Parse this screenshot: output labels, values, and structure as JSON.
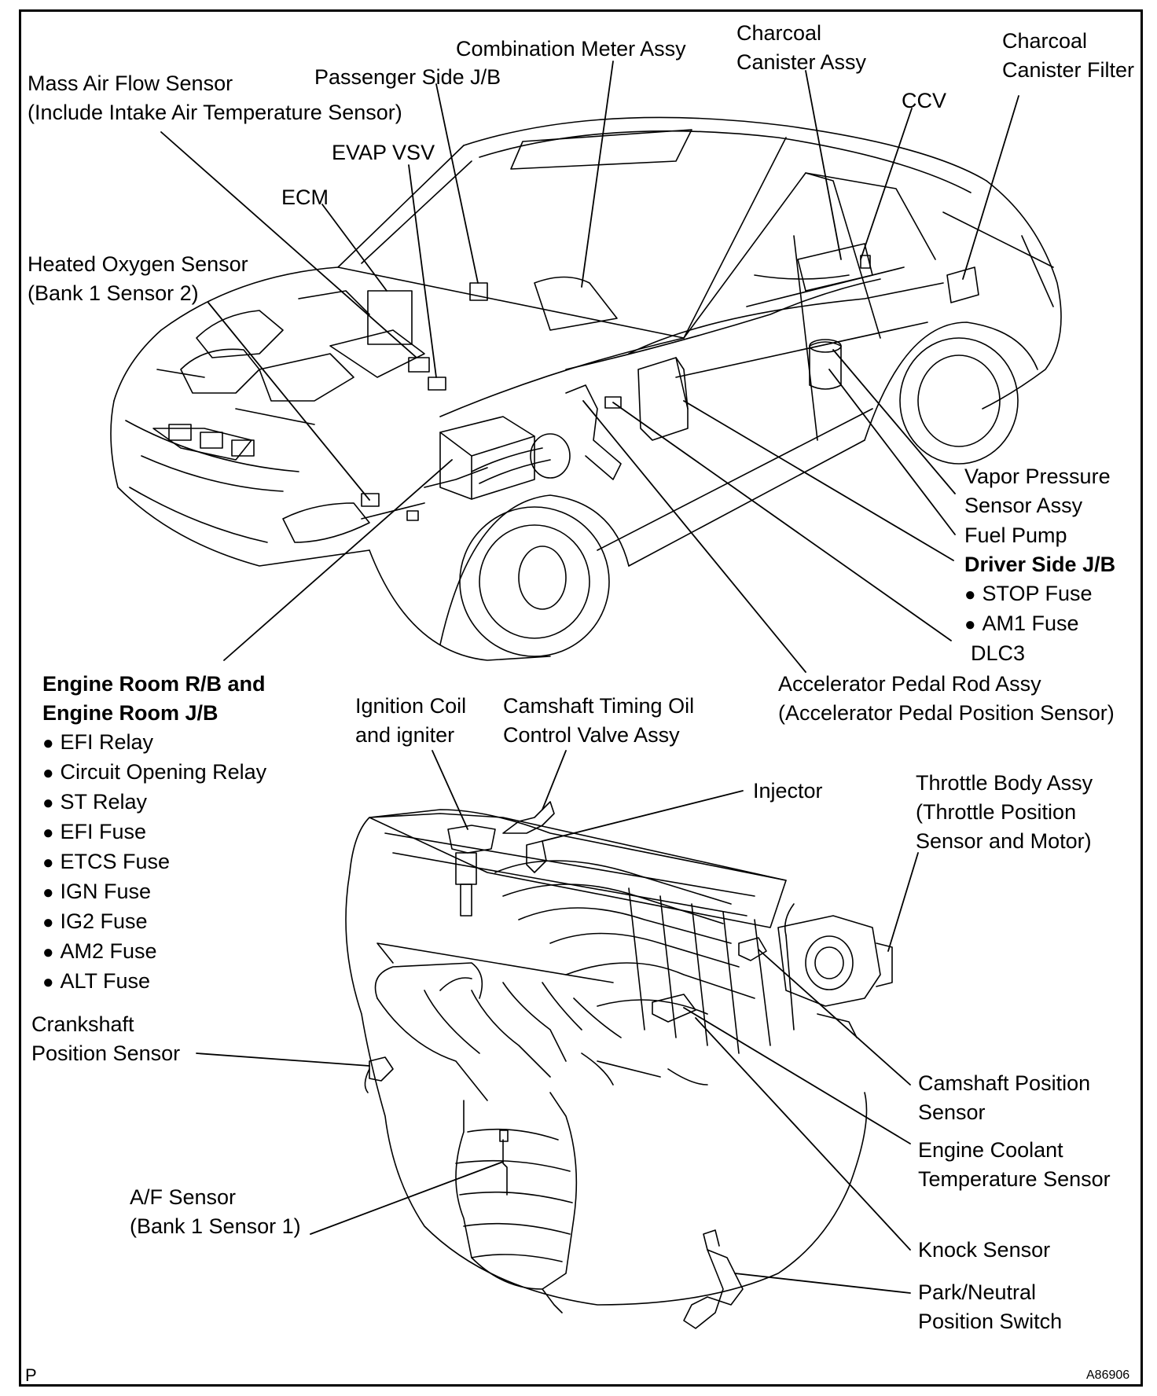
{
  "labels": {
    "combination_meter": "Combination Meter Assy",
    "charcoal_canister": [
      "Charcoal",
      "Canister Assy"
    ],
    "charcoal_canister_filter": [
      "Charcoal",
      "Canister Filter"
    ],
    "passenger_jb": "Passenger Side J/B",
    "maf": [
      "Mass Air Flow Sensor",
      "(Include Intake Air Temperature Sensor)"
    ],
    "ccv": "CCV",
    "evap_vsv": "EVAP VSV",
    "ecm": "ECM",
    "heated_o2": [
      "Heated Oxygen Sensor",
      "(Bank 1 Sensor 2)"
    ],
    "vapor_pressure": [
      "Vapor Pressure",
      "Sensor Assy"
    ],
    "fuel_pump": "Fuel Pump",
    "driver_jb": {
      "title": "Driver Side J/B",
      "items": [
        "STOP Fuse",
        "AM1 Fuse"
      ]
    },
    "dlc3": "DLC3",
    "accelerator": [
      "Accelerator Pedal Rod Assy",
      "(Accelerator Pedal Position Sensor)"
    ],
    "engine_room": {
      "title": [
        "Engine Room R/B and",
        "Engine Room J/B"
      ],
      "items": [
        "EFI Relay",
        "Circuit Opening Relay",
        "ST Relay",
        "EFI Fuse",
        "ETCS Fuse",
        "IGN Fuse",
        "IG2 Fuse",
        "AM2 Fuse",
        "ALT Fuse"
      ]
    },
    "ignition_coil": [
      "Ignition Coil",
      "and igniter"
    ],
    "camshaft_ocv": [
      "Camshaft Timing Oil",
      "Control Valve Assy"
    ],
    "injector": "Injector",
    "throttle_body": [
      "Throttle Body Assy",
      "(Throttle Position",
      "Sensor and Motor)"
    ],
    "crankshaft": [
      "Crankshaft",
      "Position Sensor"
    ],
    "camshaft_pos": [
      "Camshaft Position",
      "Sensor"
    ],
    "coolant_temp": [
      "Engine Coolant",
      "Temperature Sensor"
    ],
    "af_sensor": [
      "A/F Sensor",
      "(Bank 1 Sensor 1)"
    ],
    "knock": "Knock Sensor",
    "park_neutral": [
      "Park/Neutral",
      "Position Switch"
    ]
  },
  "corner_left": "P",
  "corner_right": "A86906"
}
